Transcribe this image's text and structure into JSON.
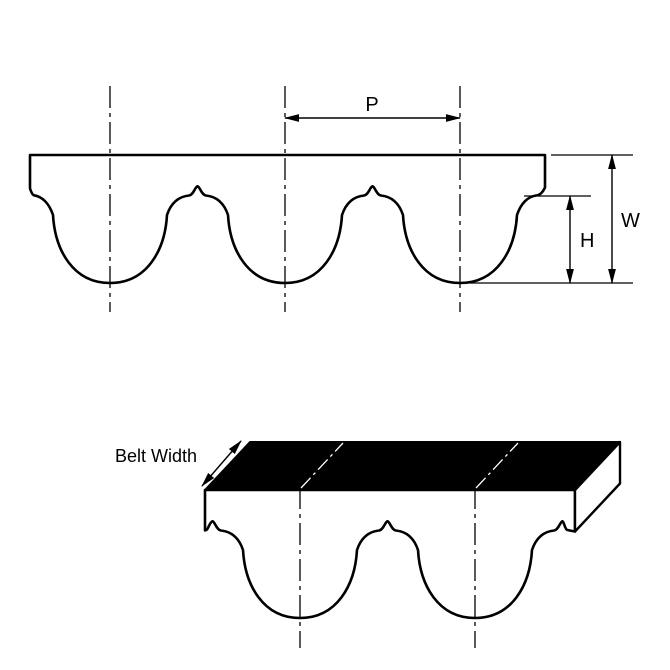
{
  "colors": {
    "line": "#000000",
    "belt_fill": "#ffffff",
    "belt_top_face": "#000000",
    "background": "#ffffff"
  },
  "profile_view": {
    "pitch_label": "P",
    "width_label": "W",
    "height_label": "H"
  },
  "perspective_view": {
    "belt_width_label": "Belt Width"
  }
}
